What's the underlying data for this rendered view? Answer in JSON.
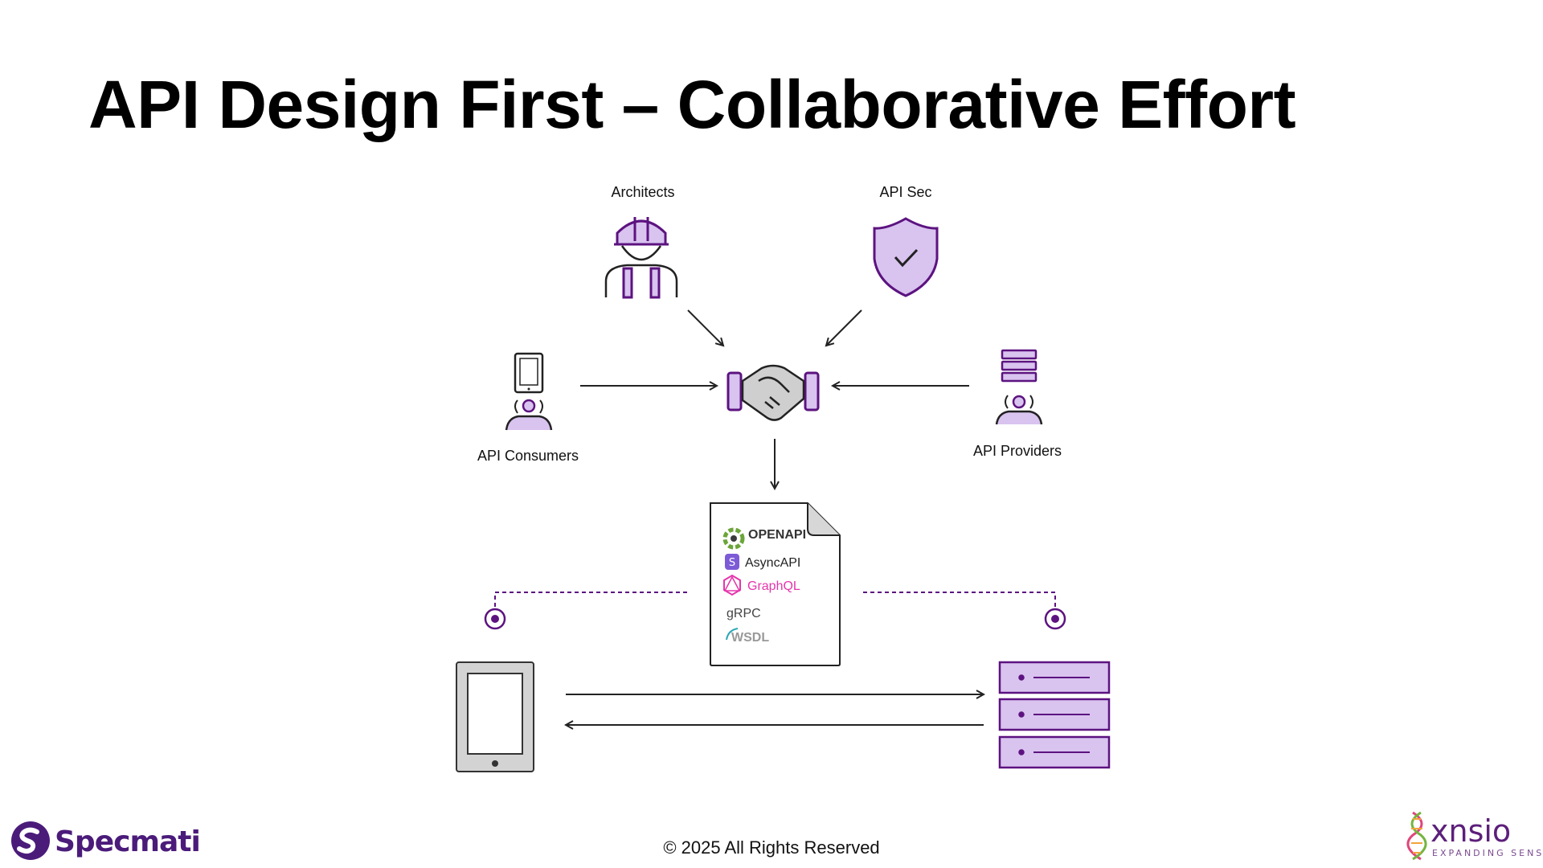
{
  "slide": {
    "title": "API Design First – Collaborative Effort",
    "footer": "© 2025 All Rights Reserved"
  },
  "diagram": {
    "architects_label": "Architects",
    "api_sec_label": "API Sec",
    "consumers_label": "API Consumers",
    "providers_label": "API Providers",
    "formats": [
      "OPENAPI",
      "AsyncAPI",
      "GraphQL",
      "gRPC",
      "WSDL"
    ]
  },
  "branding": {
    "left_logo": "Specmatic",
    "right_logo": "xnsio",
    "right_tagline": "EXPANDING SENSE"
  },
  "colors": {
    "accent_purple": "#5c1380",
    "light_purple": "#d9c3ef",
    "gray": "#d3d3d3"
  },
  "icons": [
    "architect-icon",
    "shield-check-icon",
    "tablet-user-icon",
    "server-user-icon",
    "handshake-icon",
    "document-icon",
    "tablet-icon",
    "server-icon"
  ]
}
